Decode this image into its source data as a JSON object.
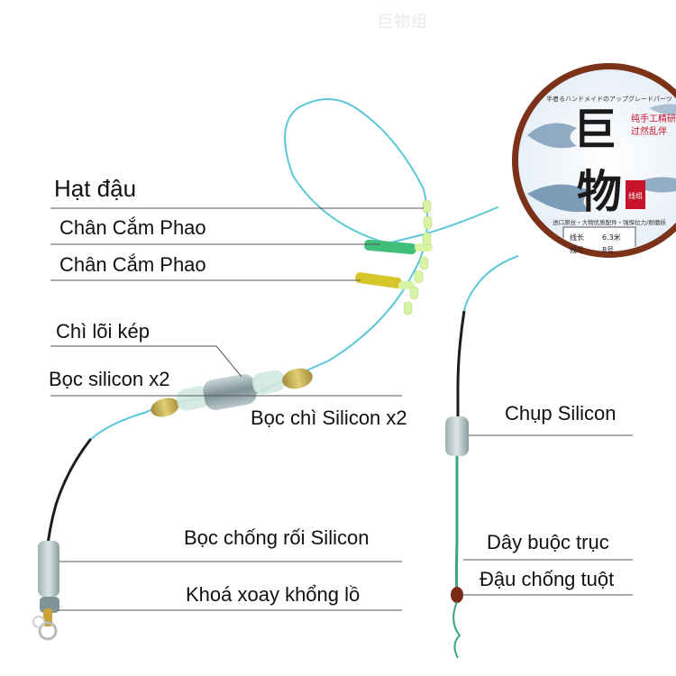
{
  "watermark": "巨物组",
  "labels": {
    "hat_dau": "Hạt đậu",
    "chan_cam_phao_1": "Chân Cắm Phao",
    "chan_cam_phao_2": "Chân Cắm Phao",
    "chi_loi_kep": "Chì lõi kép",
    "boc_silicon_x2": "Bọc silicon x2",
    "boc_chi_silicon_x2": "Bọc chì Silicon x2",
    "chup_silicon": "Chụp Silicon",
    "boc_chong_roi": "Bọc chống rối Silicon",
    "khoa_xoay": "Khoá xoay khổng lồ",
    "day_buoc_truc": "Dây buộc trục",
    "dau_chong_tuot": "Đậu chống tuột"
  },
  "spool": {
    "top_text": "半者るハンドメイドのアップグレードパーツ",
    "big_char_1": "巨",
    "big_char_2": "物",
    "red_text_1": "纯手工精研",
    "red_text_2": "过然乱伴",
    "seal": "线组",
    "sub_text": "进口原丝・大物优质配件・强悍拉力/耐磨损",
    "spec_1_name": "线长",
    "spec_1_value": "6.3米",
    "spec_2_name": "线号",
    "spec_2_value": "8号"
  },
  "colors": {
    "line_cyan": "#5cc7d8",
    "bead_green": "#d8f3a3",
    "stick_green": "#3fbf7a",
    "stick_yellow": "#d7c62a",
    "silicon_gray": "#8fa2a6",
    "rim_brown": "#8a3a1e"
  }
}
